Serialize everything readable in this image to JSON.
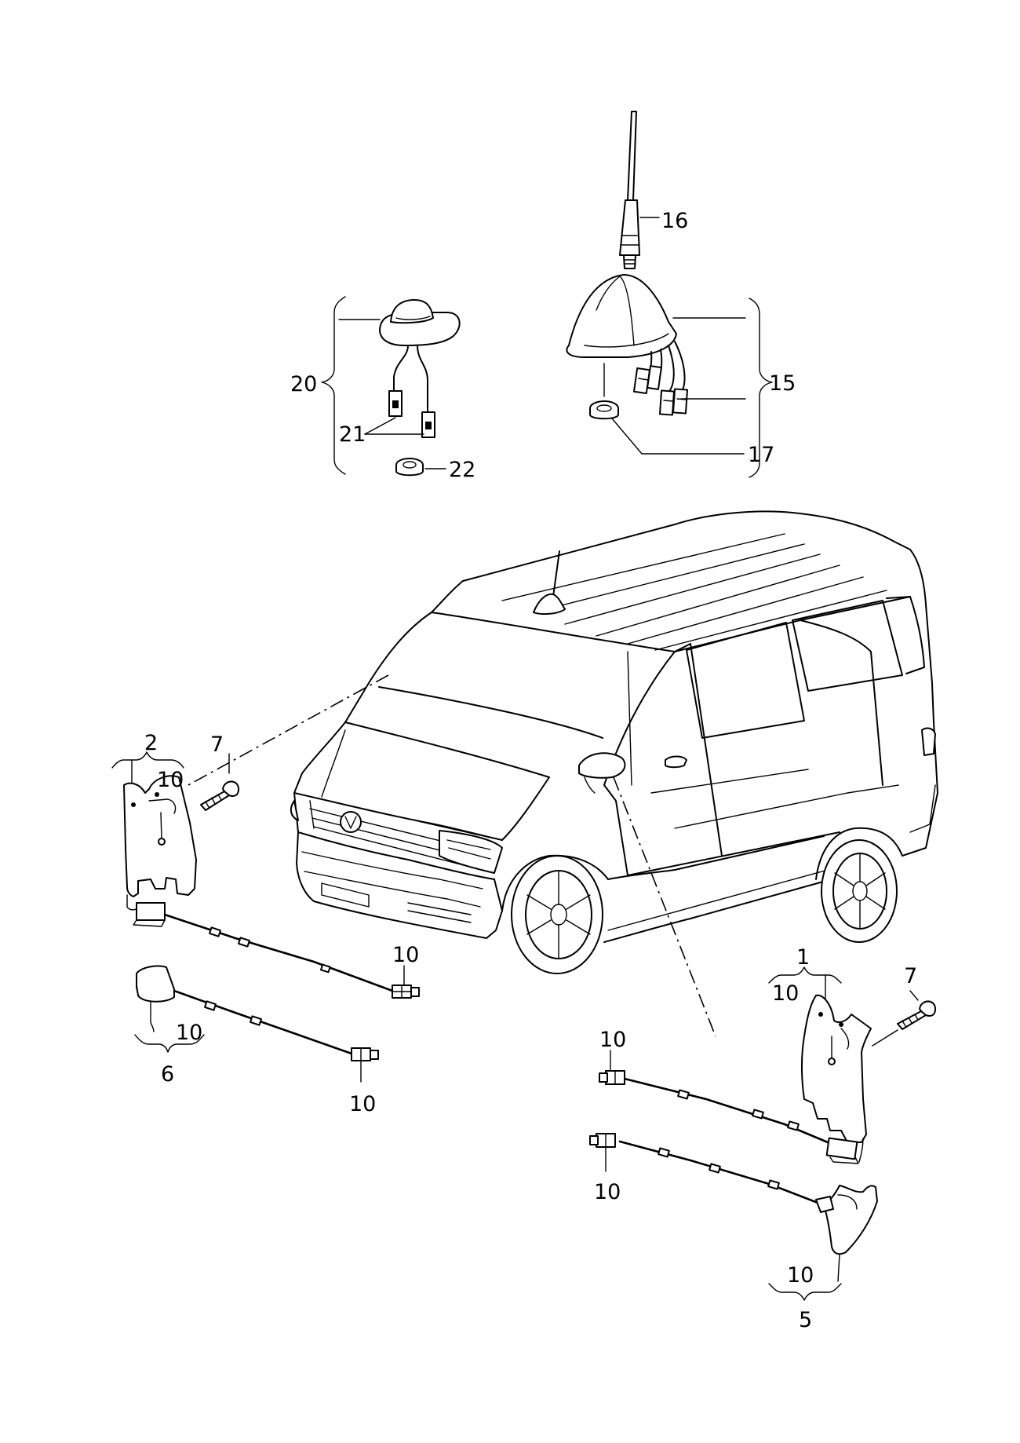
{
  "labels": {
    "l1": "1",
    "l2": "2",
    "l5": "5",
    "l6": "6",
    "l7a": "7",
    "l7b": "7",
    "l10_2": "10",
    "l10_1": "10",
    "l10_6": "10",
    "l10_5": "10",
    "l10_c2": "10",
    "l10_c6": "10",
    "l10_c1": "10",
    "l10_c5": "10",
    "l15": "15",
    "l16": "16",
    "l17": "17",
    "l20": "20",
    "l21": "21",
    "l22": "22"
  }
}
